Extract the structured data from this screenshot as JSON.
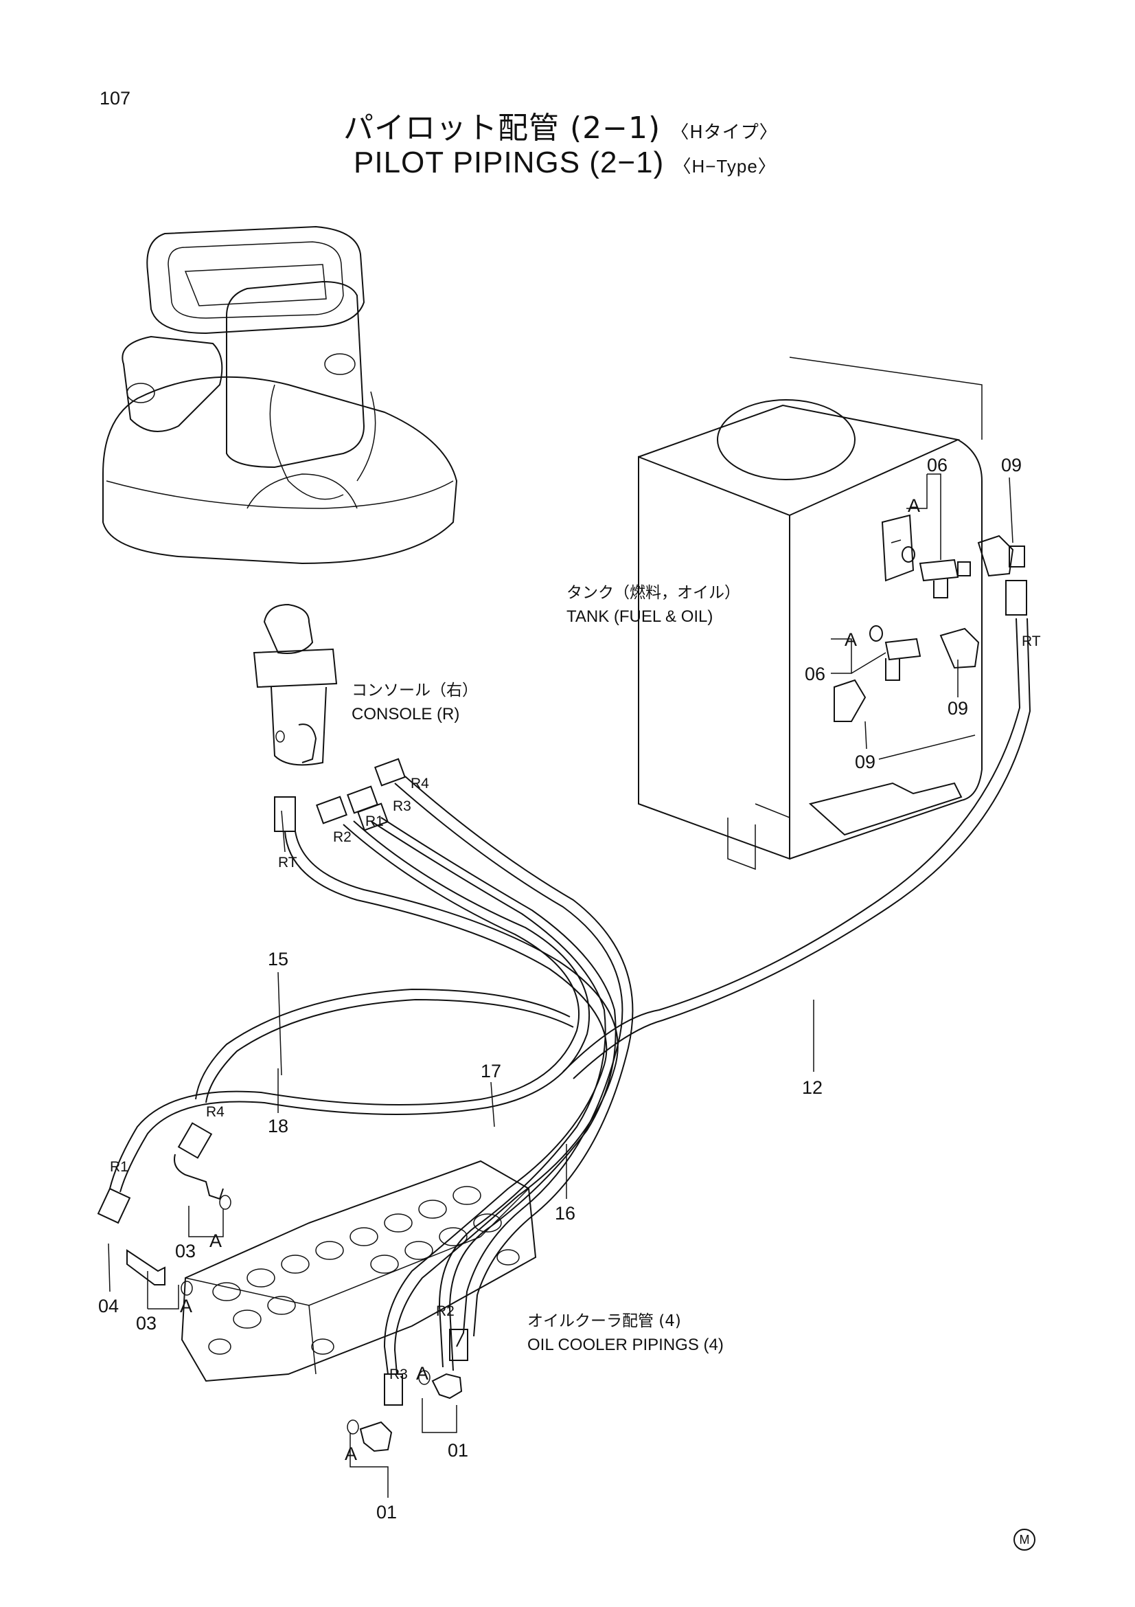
{
  "page_number": "107",
  "title": {
    "jp": "パイロット配管 (2−1)",
    "jp_sub": "〈Hタイプ〉",
    "en": "PILOT PIPINGS (2−1)",
    "en_sub": "〈H−Type〉"
  },
  "components": {
    "tank_jp": "タンク（燃料，オイル）",
    "tank_en": "TANK (FUEL & OIL)",
    "console_jp": "コンソール（右）",
    "console_en": "CONSOLE (R)",
    "oil_cooler_jp": "オイルクーラ配管 (4)",
    "oil_cooler_en": "OIL COOLER PIPINGS (4)"
  },
  "callouts": {
    "c06_top": "06",
    "c06_mid": "06",
    "c09_top": "09",
    "c09_mid": "09",
    "c09_low": "09",
    "a_tank_top": "A",
    "a_tank_mid": "A",
    "c15": "15",
    "c18": "18",
    "c17": "17",
    "c12": "12",
    "c16": "16",
    "c03_upper": "03",
    "c03_lower": "03",
    "c04": "04",
    "c01_right": "01",
    "c01_bottom": "01",
    "a_left_upper": "A",
    "a_left_lower": "A",
    "a_bottom_right": "A",
    "a_bottom": "A"
  },
  "ports": {
    "console_rt": "RT",
    "console_r1": "R1",
    "console_r2": "R2",
    "console_r3": "R3",
    "console_r4": "R4",
    "tank_rt": "RT",
    "valve_r1": "R1",
    "valve_r2": "R2",
    "valve_r3": "R3",
    "valve_r4": "R4"
  },
  "maker_mark": "M"
}
